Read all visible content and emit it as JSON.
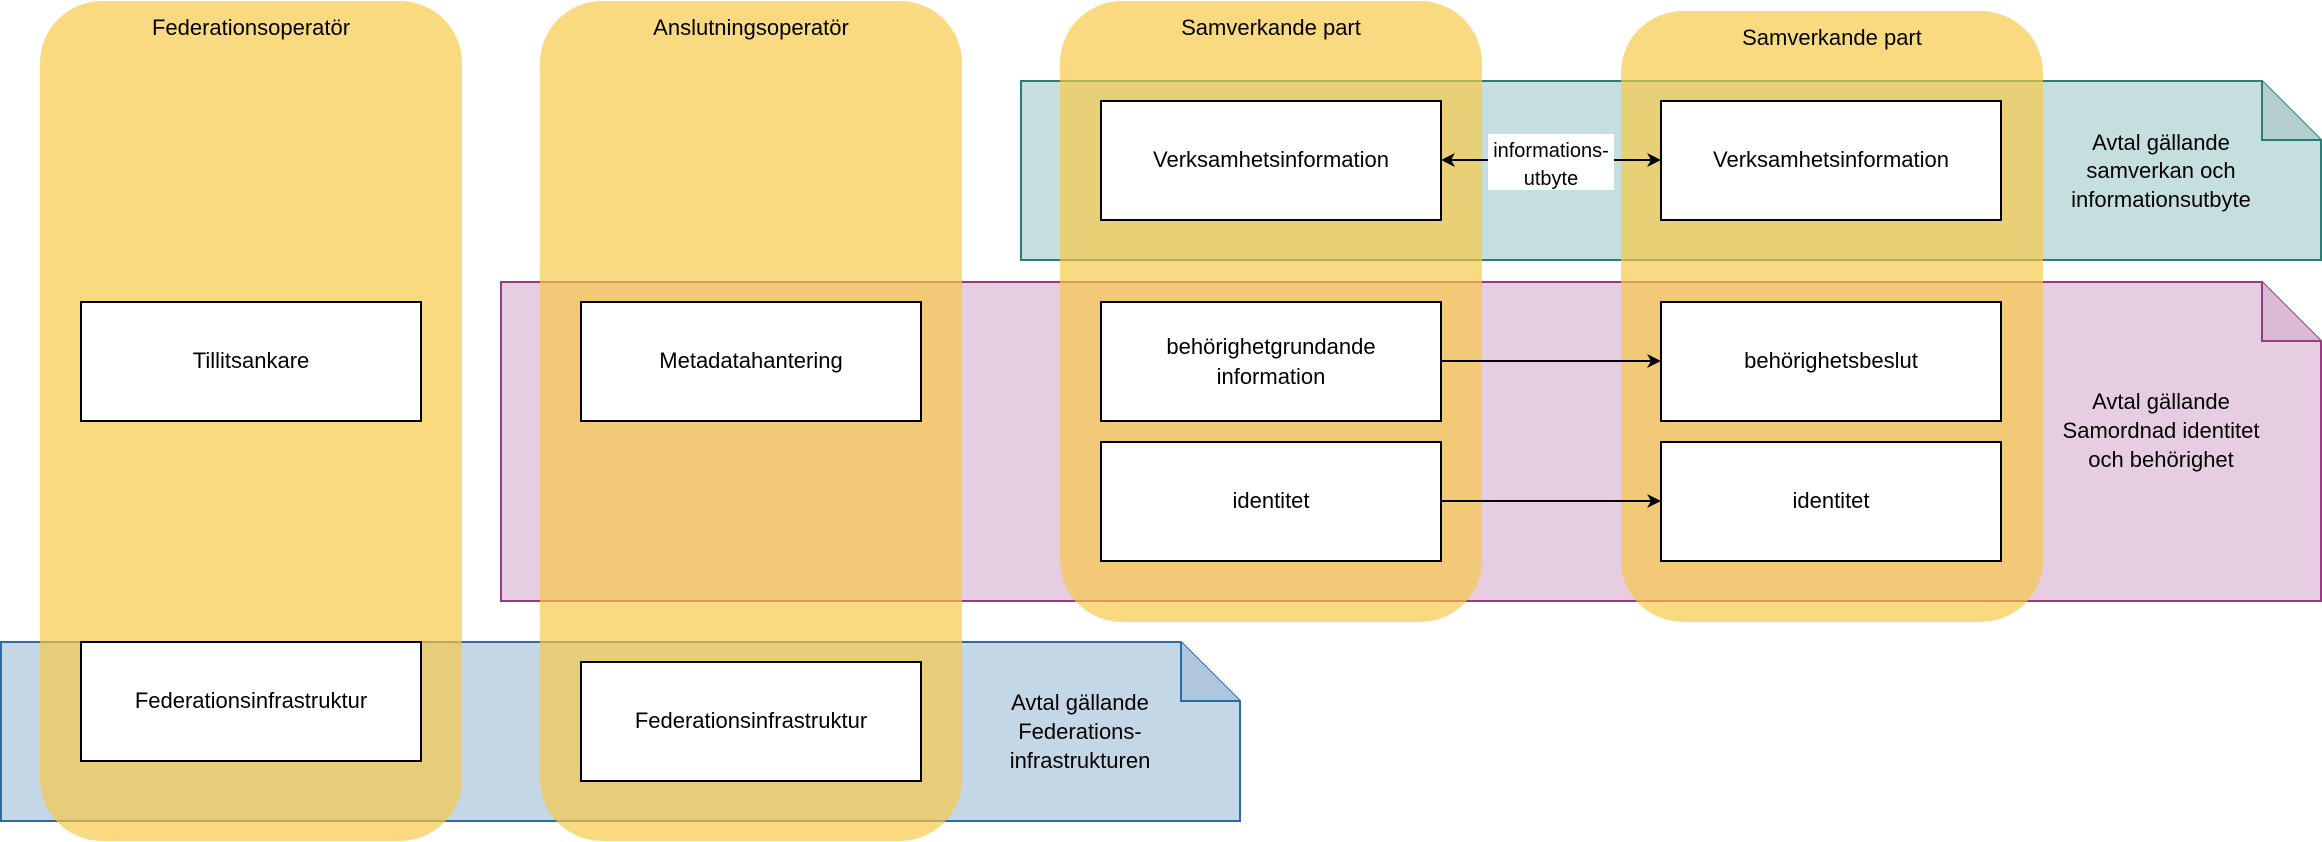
{
  "colors": {
    "lane_fill": "#f7c845",
    "note_green_fill": "#c5dfde",
    "note_green_stroke": "#2e7b74",
    "note_pink_fill": "#e6cde1",
    "note_pink_stroke": "#9b3b7f",
    "note_blue_fill": "#c4d7e7",
    "note_blue_stroke": "#2d6aa6",
    "box_fill": "#ffffff",
    "box_stroke": "#000000"
  },
  "lanes": [
    {
      "id": "federationsoperator",
      "title": "Federationsoperatör"
    },
    {
      "id": "anslutningsoperator",
      "title": "Anslutningsoperatör"
    },
    {
      "id": "samverkande-part-1",
      "title": "Samverkande part"
    },
    {
      "id": "samverkande-part-2",
      "title": "Samverkande part"
    }
  ],
  "notes": [
    {
      "id": "samverkan",
      "lines": [
        "Avtal gällande",
        "samverkan och",
        "informationsutbyte"
      ]
    },
    {
      "id": "samordnad",
      "lines": [
        "Avtal gällande",
        "Samordnad identitet",
        "och behörighet"
      ]
    },
    {
      "id": "infrastruktur",
      "lines": [
        "Avtal gällande",
        "Federations-",
        "infrastrukturen"
      ]
    }
  ],
  "boxes": [
    {
      "id": "tillitsankare",
      "lines": [
        "Tillitsankare"
      ]
    },
    {
      "id": "federationsinfrastruktur-1",
      "lines": [
        "Federationsinfrastruktur"
      ]
    },
    {
      "id": "metadatahantering",
      "lines": [
        "Metadatahantering"
      ]
    },
    {
      "id": "federationsinfrastruktur-2",
      "lines": [
        "Federationsinfrastruktur"
      ]
    },
    {
      "id": "verksamhetsinformation-1",
      "lines": [
        "Verksamhetsinformation"
      ]
    },
    {
      "id": "behorighetgrundande-information",
      "lines": [
        "behörighetgrundande",
        "information"
      ]
    },
    {
      "id": "identitet-1",
      "lines": [
        "identitet"
      ]
    },
    {
      "id": "verksamhetsinformation-2",
      "lines": [
        "Verksamhetsinformation"
      ]
    },
    {
      "id": "behorighetsbeslut",
      "lines": [
        "behörighetsbeslut"
      ]
    },
    {
      "id": "identitet-2",
      "lines": [
        "identitet"
      ]
    }
  ],
  "edges": [
    {
      "id": "informationsutbyte",
      "label_lines": [
        "informations-",
        "utbyte"
      ]
    }
  ]
}
